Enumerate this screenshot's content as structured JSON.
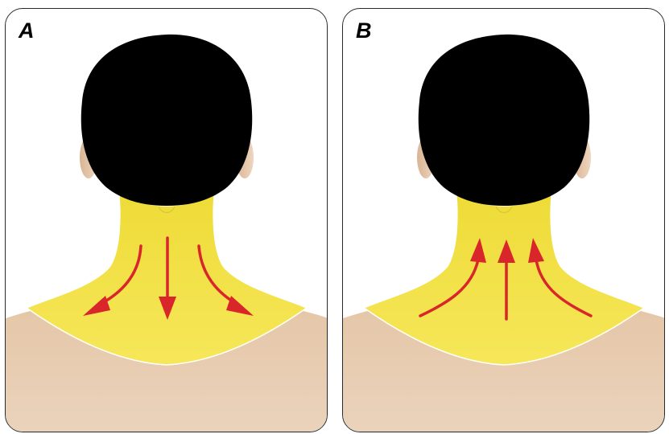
{
  "panels": [
    {
      "label": "A",
      "arrow_direction": "down-outward"
    },
    {
      "label": "B",
      "arrow_direction": "up-inward"
    }
  ],
  "colors": {
    "highlight": "#f2e23a",
    "arrow": "#d8262a",
    "skin": "#e4c4a6",
    "hair": "#000000",
    "border": "#2a2a2a"
  }
}
